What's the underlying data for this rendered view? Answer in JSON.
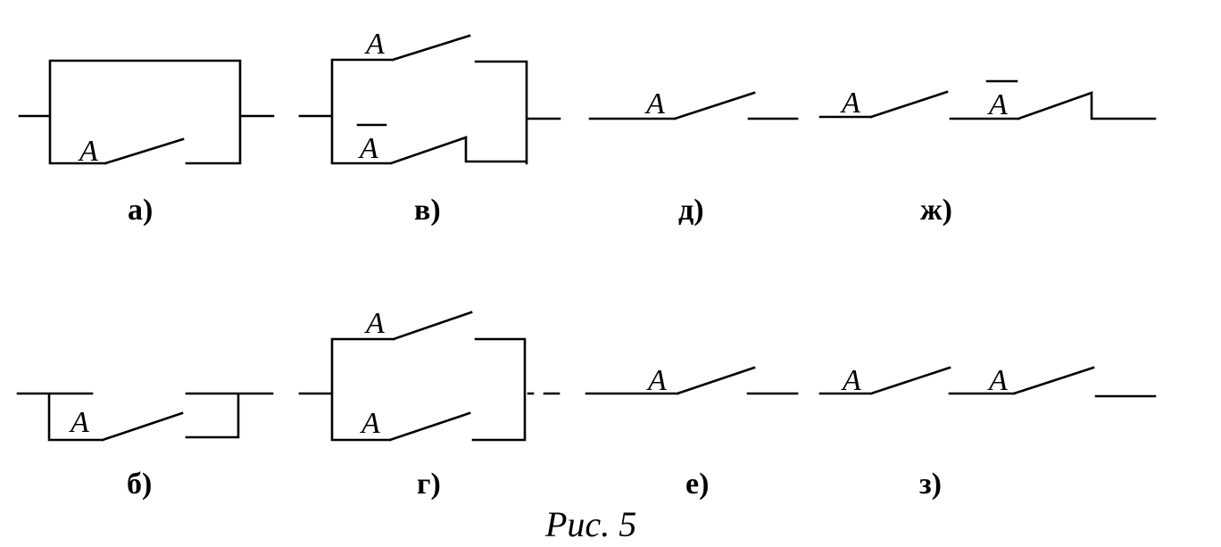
{
  "variable": "A",
  "figure_caption": "Рис. 5",
  "circuits": [
    {
      "id": "a",
      "caption": "а)"
    },
    {
      "id": "b",
      "caption": "б)"
    },
    {
      "id": "v",
      "caption": "в)"
    },
    {
      "id": "g",
      "caption": "г)"
    },
    {
      "id": "d",
      "caption": "д)"
    },
    {
      "id": "e",
      "caption": "е)"
    },
    {
      "id": "zh",
      "caption": "ж)"
    },
    {
      "id": "z",
      "caption": "з)"
    }
  ]
}
